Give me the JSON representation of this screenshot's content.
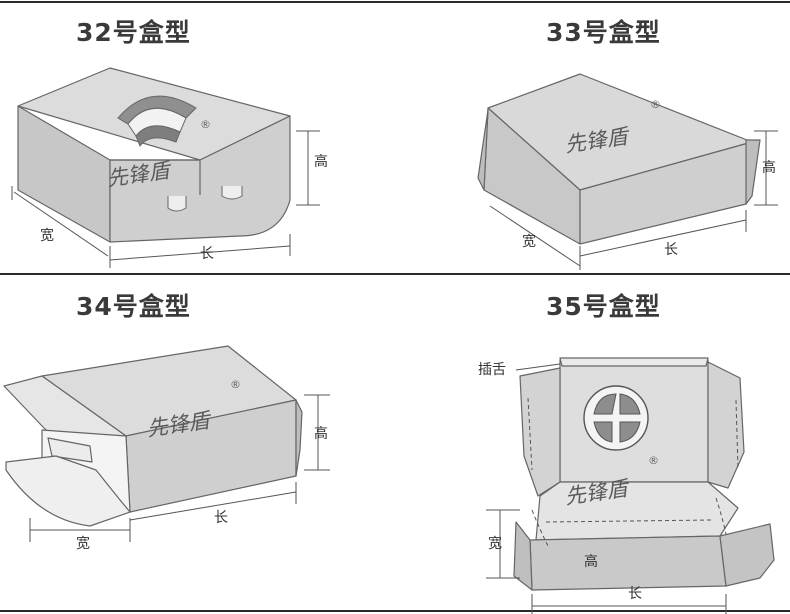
{
  "panels": {
    "box32": {
      "title": "32号盒型",
      "labels": {
        "height": "高",
        "width": "宽",
        "length": "长"
      },
      "watermark": "先锋盾",
      "reg_mark": "®"
    },
    "box33": {
      "title": "33号盒型",
      "labels": {
        "height": "高",
        "width": "宽",
        "length": "长"
      },
      "watermark": "先锋盾",
      "reg_mark": "®"
    },
    "box34": {
      "title": "34号盒型",
      "labels": {
        "height": "高",
        "width": "宽",
        "length": "长"
      },
      "watermark": "先锋盾",
      "reg_mark": "®"
    },
    "box35": {
      "title": "35号盒型",
      "labels": {
        "tongue": "插舌",
        "height": "高",
        "width": "宽",
        "length": "长"
      },
      "watermark": "先锋盾",
      "reg_mark": "®"
    }
  }
}
